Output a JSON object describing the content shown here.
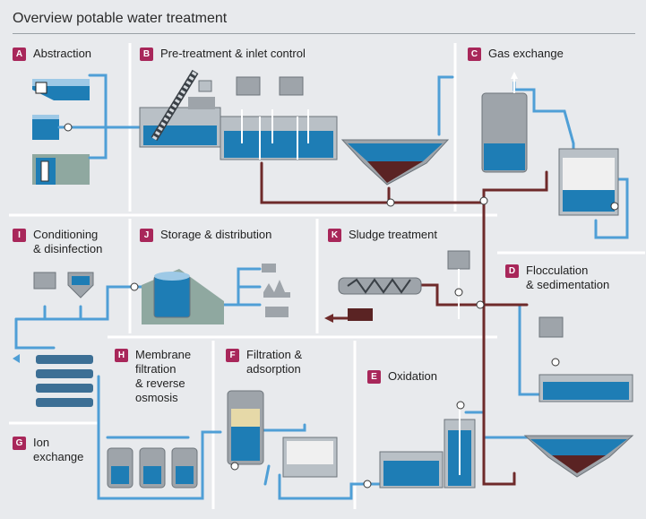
{
  "title": "Overview potable water treatment",
  "colors": {
    "background": "#e8eaed",
    "divider": "#ffffff",
    "badge": "#a8275a",
    "water_pipe": "#4f9fd6",
    "sludge_pipe": "#6e2a2a",
    "water": "#1e7db5",
    "sludge": "#5a2323",
    "metal": "#9ea4aa"
  },
  "sections": [
    {
      "letter": "A",
      "name": "Abstraction"
    },
    {
      "letter": "B",
      "name": "Pre-treatment & inlet control"
    },
    {
      "letter": "C",
      "name": "Gas exchange"
    },
    {
      "letter": "I",
      "name": "Conditioning\n& disinfection"
    },
    {
      "letter": "J",
      "name": "Storage & distribution"
    },
    {
      "letter": "K",
      "name": "Sludge treatment"
    },
    {
      "letter": "D",
      "name": "Flocculation\n& sedimentation"
    },
    {
      "letter": "H",
      "name": "Membrane\nfiltration\n& reverse\nosmosis"
    },
    {
      "letter": "F",
      "name": "Filtration &\nadsorption"
    },
    {
      "letter": "E",
      "name": "Oxidation"
    },
    {
      "letter": "G",
      "name": "Ion\nexchange"
    }
  ]
}
